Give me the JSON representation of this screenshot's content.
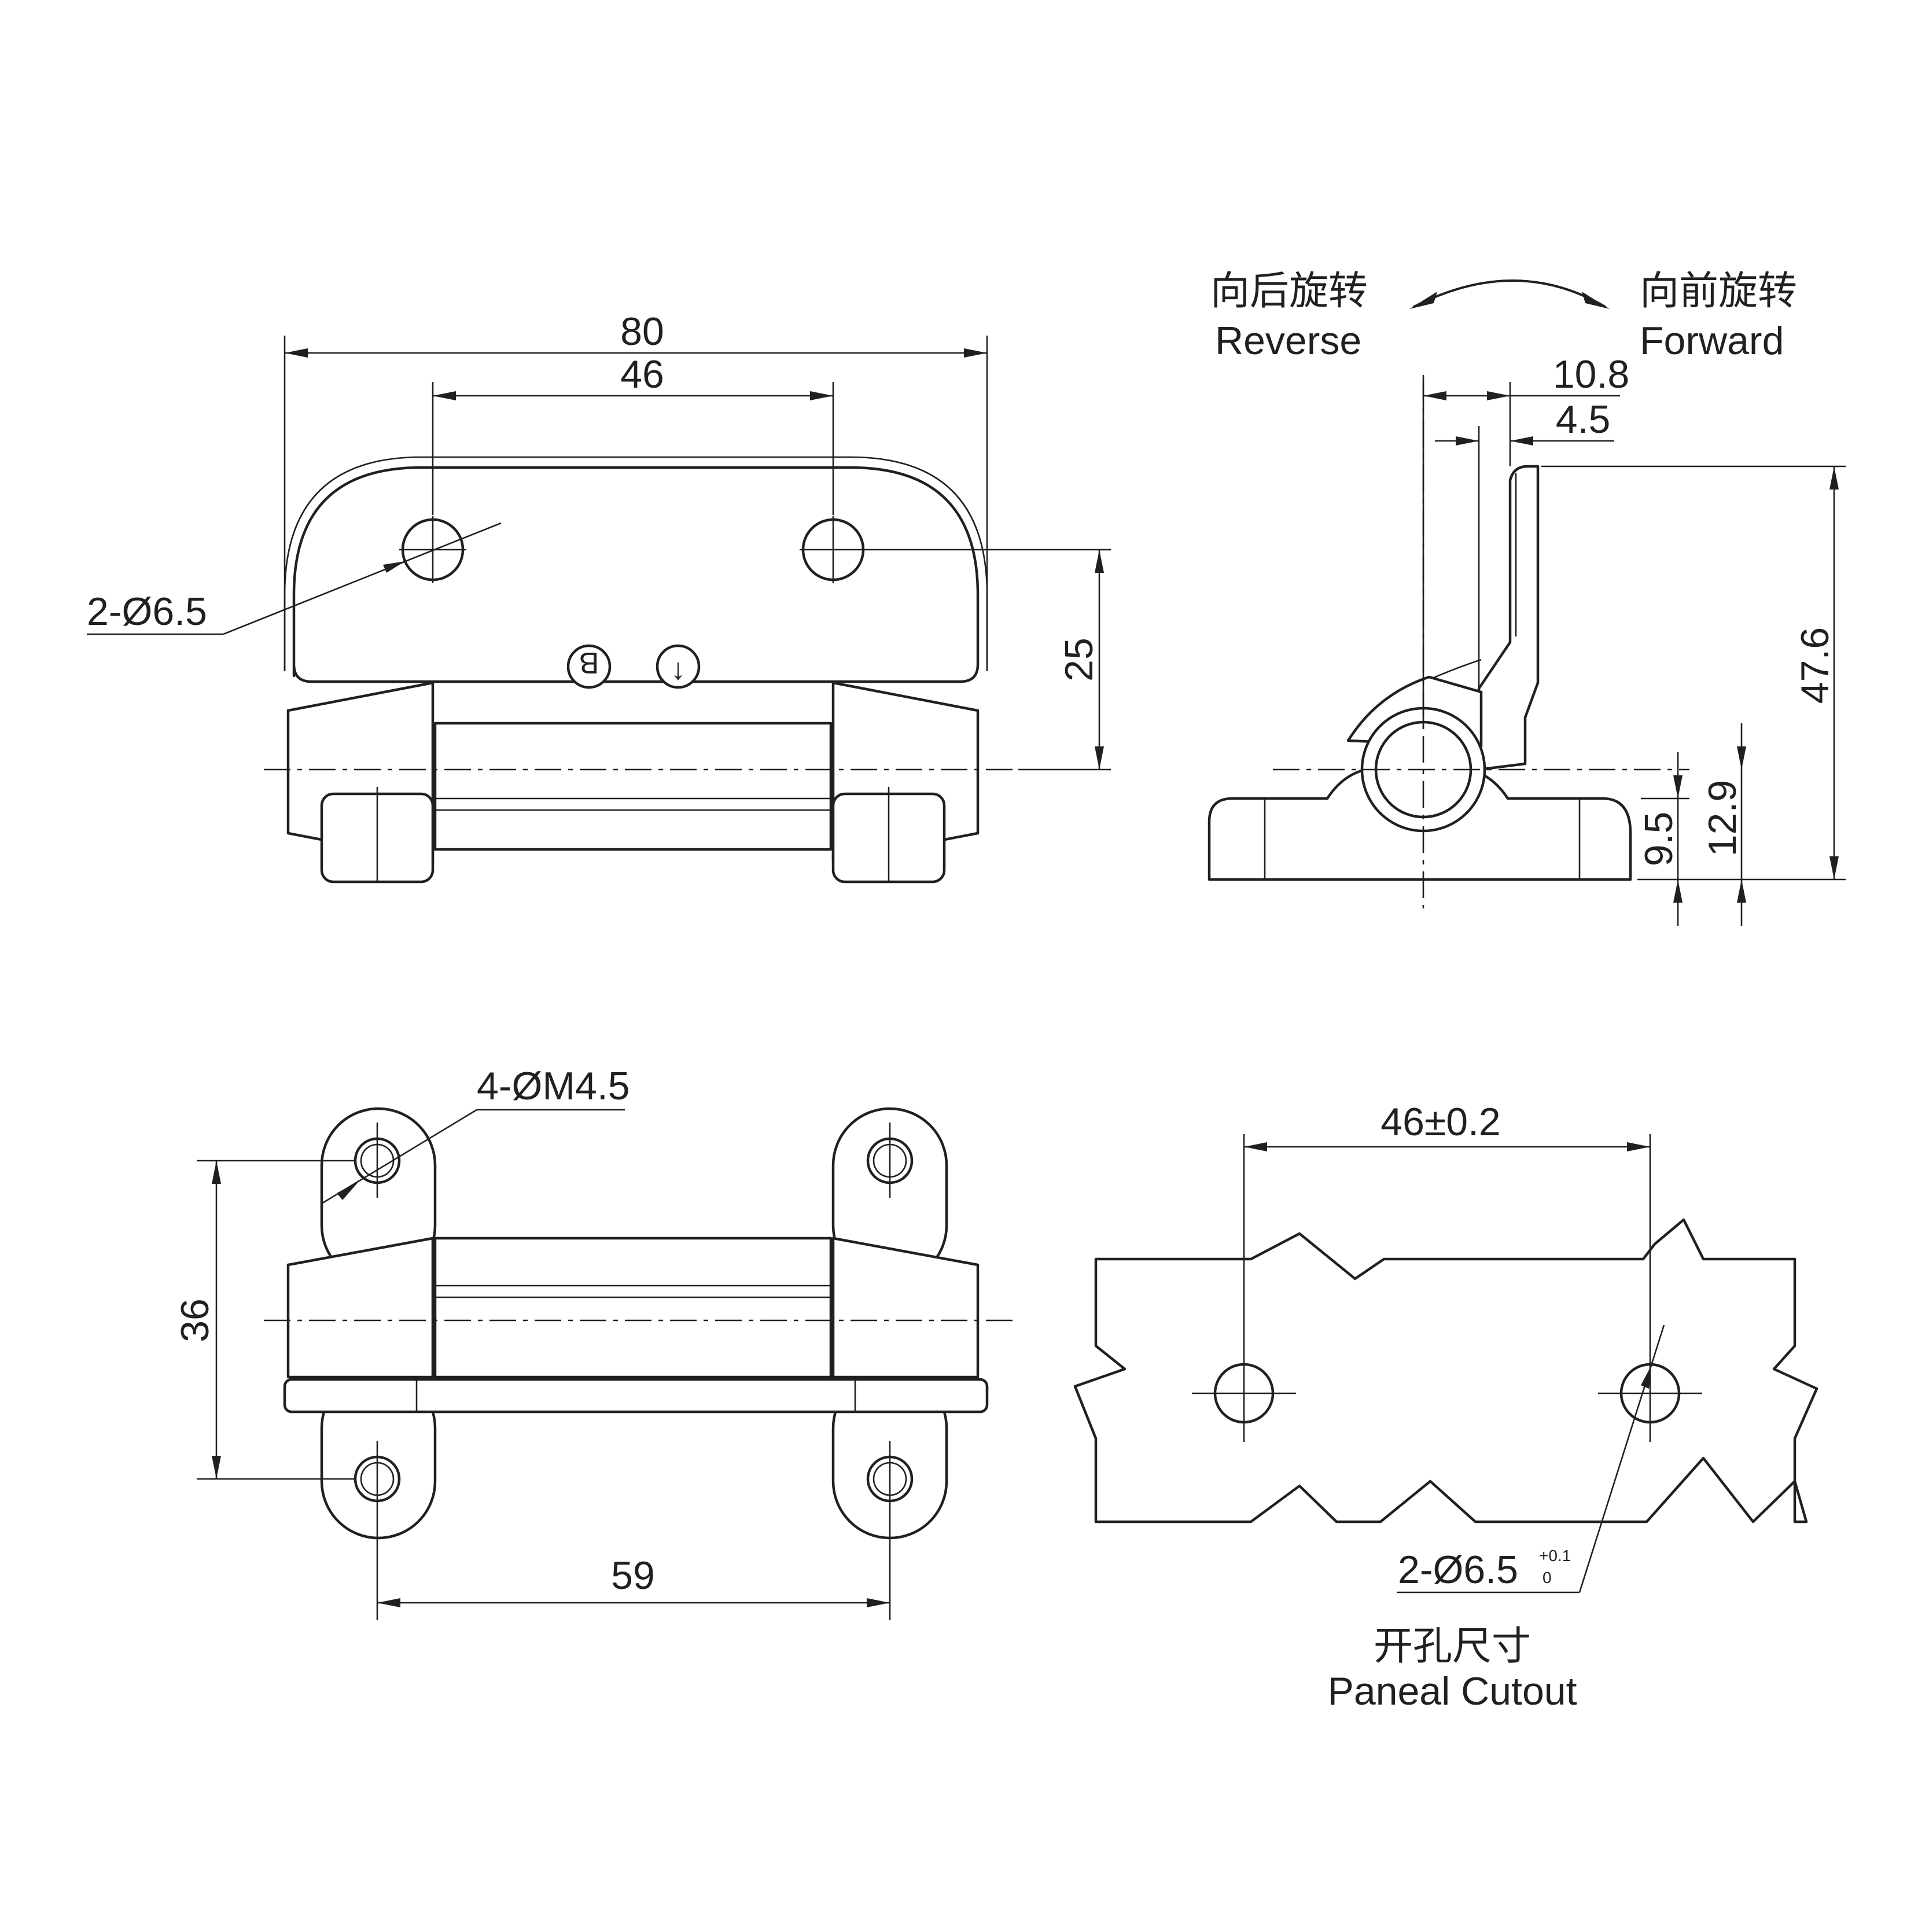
{
  "front_view": {
    "dim_overall_width": "80",
    "dim_hole_spacing": "46",
    "dim_hole_height": "25",
    "hole_callout": "2-Ø6.5",
    "mark_b": "B",
    "mark_arrow": "↓"
  },
  "side_view": {
    "label_reverse_cn": "向后旋转",
    "label_reverse_en": "Reverse",
    "label_forward_cn": "向前旋转",
    "label_forward_en": "Forward",
    "dim_offset_outer": "10.8",
    "dim_offset_inner": "4.5",
    "dim_total_height": "47.6",
    "dim_pivot_height": "12.9",
    "dim_base_height": "9.5"
  },
  "bottom_view": {
    "thread_callout": "4-ØM4.5",
    "dim_hole_pitch_vertical": "36",
    "dim_hole_pitch_horizontal": "59"
  },
  "cutout_view": {
    "dim_spacing": "46±0.2",
    "hole_callout": "2-Ø6.5",
    "tol_upper": "+0.1",
    "tol_lower": "0",
    "title_cn": "开孔尺寸",
    "title_en": "Paneal Cutout"
  }
}
